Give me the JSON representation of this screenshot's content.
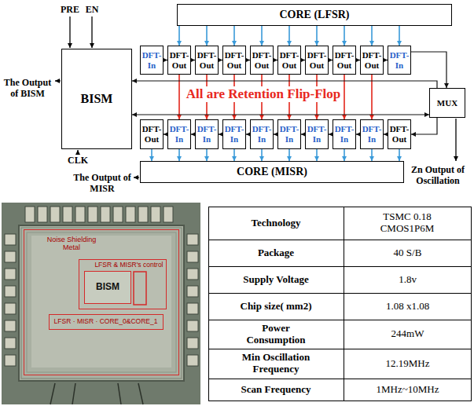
{
  "diagram": {
    "nodes": [
      {
        "text": [
          "CORE (LFSR)"
        ]
      },
      {
        "text": [
          "BISM"
        ]
      },
      {
        "text": [
          "DFT- In"
        ]
      },
      {
        "text": [
          "DFT- Out"
        ]
      },
      {
        "text": [
          "DFT- Out"
        ]
      },
      {
        "text": [
          "DFT- Out"
        ]
      },
      {
        "text": [
          "DFT- Out"
        ]
      },
      {
        "text": [
          "DFT- Out"
        ]
      },
      {
        "text": [
          "DFT- Out"
        ]
      },
      {
        "text": [
          "DFT- Out"
        ]
      },
      {
        "text": [
          "DFT- Out"
        ]
      },
      {
        "text": [
          "DFT- In"
        ]
      },
      {
        "text": [
          "DFT- Out"
        ]
      },
      {
        "text": [
          "DFT- In"
        ]
      },
      {
        "text": [
          "DFT- In"
        ]
      },
      {
        "text": [
          "DFT- In"
        ]
      },
      {
        "text": [
          "DFT- In"
        ]
      },
      {
        "text": [
          "DFT- In"
        ]
      },
      {
        "text": [
          "DFT- In"
        ]
      },
      {
        "text": [
          "DFT- In"
        ]
      },
      {
        "text": [
          "DFT- In"
        ]
      },
      {
        "text": [
          "DFT- Out"
        ]
      },
      {
        "text": [
          "MUX"
        ]
      },
      {
        "text": [
          "CORE (MISR)"
        ]
      },
      {
        "text": [
          "Noise Shielding Metal"
        ]
      },
      {
        "text": [
          "LFSR & MISR's control"
        ],
        "in": 24
      },
      {
        "text": [
          "BISM"
        ],
        "in": 25
      },
      {
        "text": [
          "LFSR · MISR · CORE_0&CORE_1"
        ],
        "in": 24
      }
    ],
    "edges": [
      {
        "from": 0,
        "to": 3,
        "arrow": "to"
      },
      {
        "from": 0,
        "to": 4,
        "arrow": "to"
      },
      {
        "from": 0,
        "to": 5,
        "arrow": "to"
      },
      {
        "from": 0,
        "to": 6,
        "arrow": "to"
      },
      {
        "from": 0,
        "to": 7,
        "arrow": "to"
      },
      {
        "from": 0,
        "to": 8,
        "arrow": "to"
      },
      {
        "from": 0,
        "to": 9,
        "arrow": "to"
      },
      {
        "from": 0,
        "to": 10,
        "arrow": "to"
      },
      {
        "from": 0,
        "to": 11,
        "arrow": "to"
      },
      {
        "from": 2,
        "to": 3,
        "arrow": "to"
      },
      {
        "from": 3,
        "to": 4,
        "arrow": "to"
      },
      {
        "from": 4,
        "to": 5,
        "arrow": "to"
      },
      {
        "from": 5,
        "to": 6,
        "arrow": "to"
      },
      {
        "from": 6,
        "to": 7,
        "arrow": "to"
      },
      {
        "from": 7,
        "to": 8,
        "arrow": "to"
      },
      {
        "from": 8,
        "to": 9,
        "arrow": "to"
      },
      {
        "from": 9,
        "to": 10,
        "arrow": "to"
      },
      {
        "from": 10,
        "to": 11,
        "arrow": "to"
      },
      {
        "from": 3,
        "to": 13,
        "arrow": "to"
      },
      {
        "from": 4,
        "to": 14,
        "arrow": "to"
      },
      {
        "from": 5,
        "to": 15,
        "arrow": "to"
      },
      {
        "from": 6,
        "to": 16,
        "arrow": "to"
      },
      {
        "from": 7,
        "to": 17,
        "arrow": "to"
      },
      {
        "from": 8,
        "to": 18,
        "arrow": "to"
      },
      {
        "from": 9,
        "to": 19,
        "arrow": "to"
      },
      {
        "from": 10,
        "to": 20,
        "arrow": "to"
      },
      {
        "from": 21,
        "to": 20,
        "arrow": "to"
      },
      {
        "from": 20,
        "to": 19,
        "arrow": "to"
      },
      {
        "from": 19,
        "to": 18,
        "arrow": "to"
      },
      {
        "from": 18,
        "to": 17,
        "arrow": "to"
      },
      {
        "from": 17,
        "to": 16,
        "arrow": "to"
      },
      {
        "from": 16,
        "to": 15,
        "arrow": "to"
      },
      {
        "from": 15,
        "to": 14,
        "arrow": "to"
      },
      {
        "from": 14,
        "to": 13,
        "arrow": "to"
      },
      {
        "from": 13,
        "to": 12,
        "arrow": "to"
      },
      {
        "from": 12,
        "to": 23,
        "arrow": "to"
      },
      {
        "from": 13,
        "to": 23,
        "arrow": "to"
      },
      {
        "from": 14,
        "to": 23,
        "arrow": "to"
      },
      {
        "from": 15,
        "to": 23,
        "arrow": "to"
      },
      {
        "from": 16,
        "to": 23,
        "arrow": "to"
      },
      {
        "from": 17,
        "to": 23,
        "arrow": "to"
      },
      {
        "from": 18,
        "to": 23,
        "arrow": "to"
      },
      {
        "from": 19,
        "to": 23,
        "arrow": "to"
      },
      {
        "from": 20,
        "to": 23,
        "arrow": "to"
      },
      {
        "from": 21,
        "to": 23,
        "arrow": "to"
      },
      {
        "from": 11,
        "to": 22,
        "arrow": "to"
      },
      {
        "from": 22,
        "to": 1,
        "arrow": "to"
      },
      {
        "from": 1,
        "to": 22,
        "arrow": "both"
      },
      {
        "from": 22,
        "to": 21,
        "arrow": "to"
      }
    ],
    "labels": [
      "PRE",
      "EN",
      "The Output of BISM",
      "All are Retention Flip-Flop",
      "CLK",
      "The Output of MISR",
      "Zn Output of Oscillation",
      "Technology",
      "TSMC 0.18 CMOS1P6M",
      "Package",
      "40 S/B",
      "Supply Voltage",
      "1.8v",
      "Chip size( mm2)",
      "1.08 x1.08",
      "Power Consumption",
      "244mW",
      "Min Oscillation Frequency",
      "12.19MHz",
      "Scan Frequency",
      "1MHz~10MHz"
    ]
  }
}
